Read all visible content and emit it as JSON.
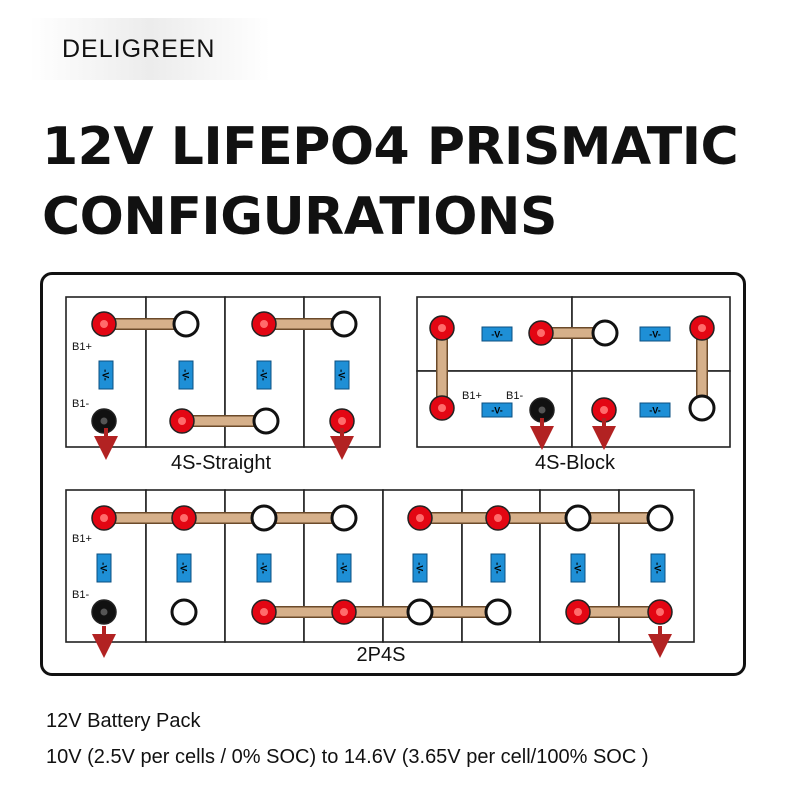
{
  "brand": {
    "name": "DELIGREEN"
  },
  "title": {
    "line1": "12V LIFEPO4  PRISMATIC",
    "line2": "CONFIGURATIONS"
  },
  "diagram": {
    "cell_label": "-V-",
    "terminal_pos_label": "B1+",
    "terminal_neg_label": "B1-",
    "configs": [
      {
        "name": "4S-Straight"
      },
      {
        "name": "4S-Block"
      },
      {
        "name": "2P4S"
      }
    ],
    "colors": {
      "positive": "#e30613",
      "negative": "#111111",
      "busbar": "#d6b08a",
      "label_box": "#1e8fd6",
      "arrow": "#b22222"
    }
  },
  "footer": {
    "line1": "12V Battery Pack",
    "line2": "10V (2.5V per cells / 0% SOC) to 14.6V (3.65V per cell/100% SOC )"
  }
}
